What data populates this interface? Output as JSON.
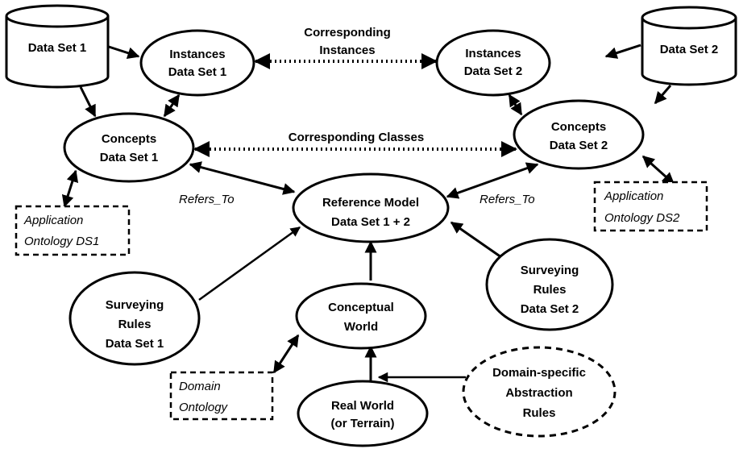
{
  "nodes": {
    "data_set_1": "Data Set 1",
    "data_set_2": "Data Set 2",
    "instances_ds1": [
      "Instances",
      "Data Set 1"
    ],
    "instances_ds2": [
      "Instances",
      "Data Set 2"
    ],
    "concepts_ds1": [
      "Concepts",
      "Data Set 1"
    ],
    "concepts_ds2": [
      "Concepts",
      "Data Set  2"
    ],
    "reference_model": [
      "Reference Model",
      "Data Set 1 + 2"
    ],
    "app_ontology_ds1": [
      "Application",
      "Ontology DS1"
    ],
    "app_ontology_ds2": [
      "Application",
      "Ontology DS2"
    ],
    "surveying_ds1": [
      "Surveying",
      "Rules",
      "Data Set 1"
    ],
    "surveying_ds2": [
      "Surveying",
      "Rules",
      "Data Set 2"
    ],
    "conceptual_world": [
      "Conceptual",
      "World"
    ],
    "domain_ontology": [
      "Domain",
      "Ontology"
    ],
    "real_world": [
      "Real World",
      "(or Terrain)"
    ],
    "abstraction_rules": [
      "Domain-specific",
      "Abstraction",
      "Rules"
    ]
  },
  "edge_labels": {
    "corresponding_instances": [
      "Corresponding",
      "Instances"
    ],
    "corresponding_classes": "Corresponding Classes",
    "refers_to_left": "Refers_To",
    "refers_to_right": "Refers_To"
  }
}
